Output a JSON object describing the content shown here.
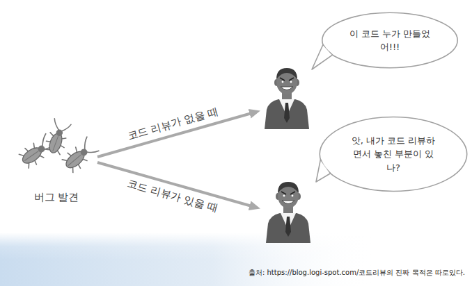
{
  "diagram": {
    "caption": "출처: https://blog.logi-spot.com/코드리뷰의 진짜 목적은 따로있다.",
    "nodes": [
      {
        "text": [
          "버그 발견"
        ]
      },
      {
        "text": [
          "이 코드 누가 만들었어!!!"
        ]
      },
      {
        "text": [
          "앗, 내가 코드 리뷰하면서 놓친 부분이 있나?"
        ]
      }
    ],
    "edges": [
      {
        "from": 0,
        "to": 1,
        "arrow": "to",
        "label": "코드 리뷰가 없을 때"
      },
      {
        "from": 0,
        "to": 2,
        "arrow": "to",
        "label": "코드 리뷰가 있을 때"
      }
    ]
  }
}
